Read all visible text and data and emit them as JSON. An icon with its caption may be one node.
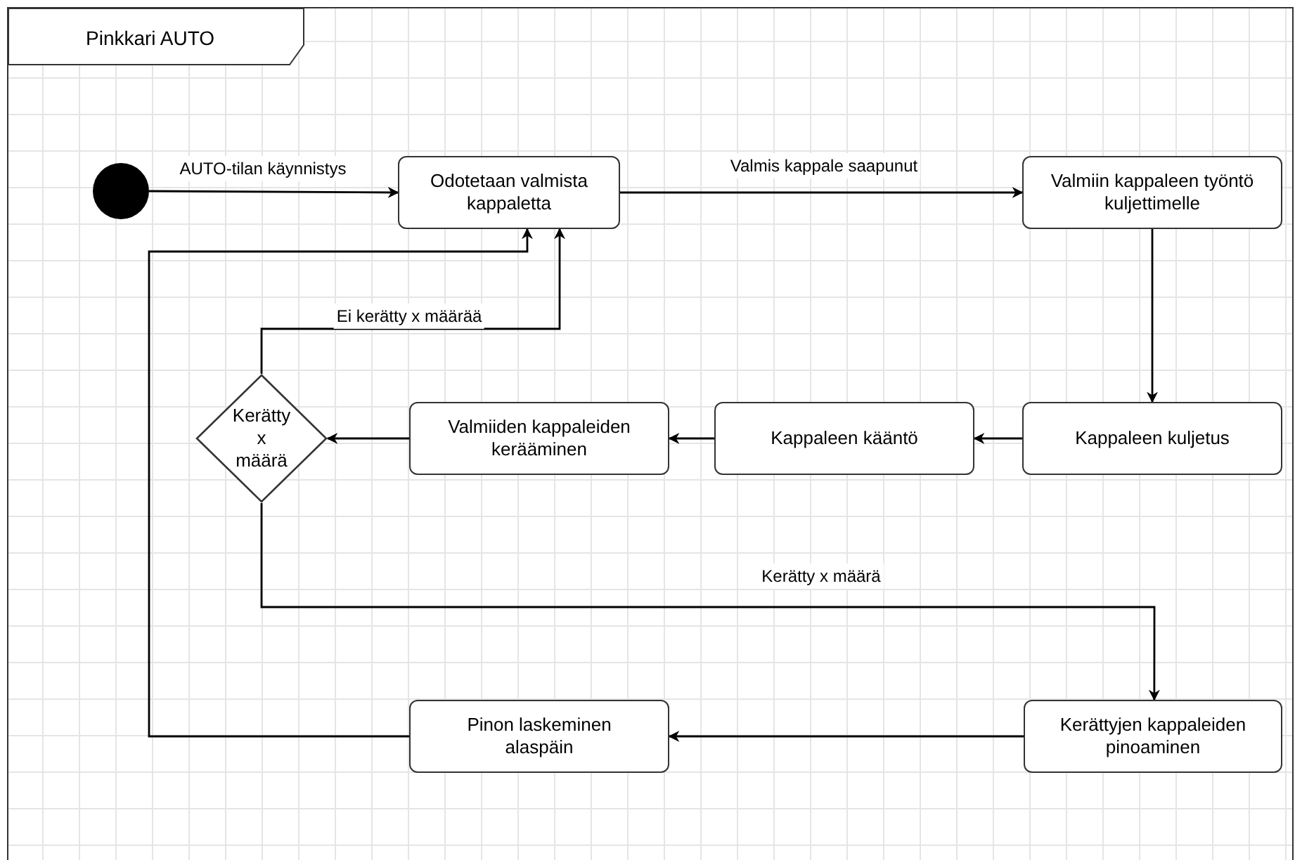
{
  "diagram": {
    "nodes": [
      {
        "text": [
          "Pinkkari AUTO"
        ]
      },
      {
        "text": [],
        "shape": "circle",
        "in": 0
      },
      {
        "text": [
          "Odotetaan valmista kappaletta"
        ],
        "in": 0
      },
      {
        "text": [
          "Valmiin kappaleen työntö kuljettimelle"
        ],
        "in": 0
      },
      {
        "text": [
          "Kappaleen kuljetus"
        ],
        "in": 0
      },
      {
        "text": [
          "Kappaleen kääntö"
        ],
        "in": 0
      },
      {
        "text": [
          "Valmiiden kappaleiden kerääminen"
        ],
        "in": 0
      },
      {
        "text": [
          "Kerätty x määrä"
        ],
        "in": 0
      },
      {
        "text": [
          "Kerättyjen kappaleiden pinoaminen"
        ],
        "in": 0
      },
      {
        "text": [
          "Pinon laskeminen alaspäin"
        ],
        "in": 0
      }
    ],
    "edges": [
      {
        "from": 1,
        "to": 2,
        "arrow": "to",
        "label": "AUTO-tilan käynnistys"
      },
      {
        "from": 2,
        "to": 3,
        "arrow": "to",
        "label": "Valmis kappale saapunut"
      },
      {
        "from": 3,
        "to": 4,
        "arrow": "to"
      },
      {
        "from": 4,
        "to": 5,
        "arrow": "to"
      },
      {
        "from": 5,
        "to": 6,
        "arrow": "to"
      },
      {
        "from": 6,
        "to": 7,
        "arrow": "to"
      },
      {
        "from": 7,
        "to": 2,
        "arrow": "to",
        "label": "Ei kerätty x määrää"
      },
      {
        "from": 7,
        "to": 8,
        "arrow": "to",
        "label": "Kerätty x määrä"
      },
      {
        "from": 8,
        "to": 9,
        "arrow": "to"
      },
      {
        "from": 9,
        "to": 2,
        "arrow": "to"
      }
    ]
  }
}
